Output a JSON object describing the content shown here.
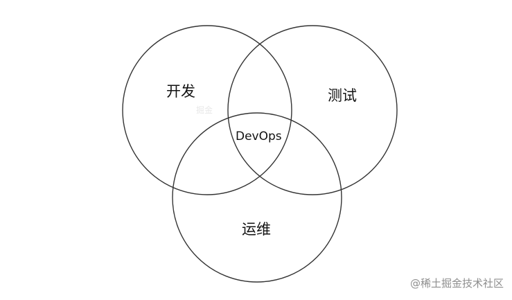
{
  "diagram": {
    "circles": [
      {
        "id": "dev",
        "label": "开发"
      },
      {
        "id": "test",
        "label": "测试"
      },
      {
        "id": "ops",
        "label": "运维"
      }
    ],
    "intersection_label": "DevOps",
    "stroke_color": "#333333"
  },
  "watermark": "@稀土掘金技术社区",
  "faint_mark": "掘金"
}
